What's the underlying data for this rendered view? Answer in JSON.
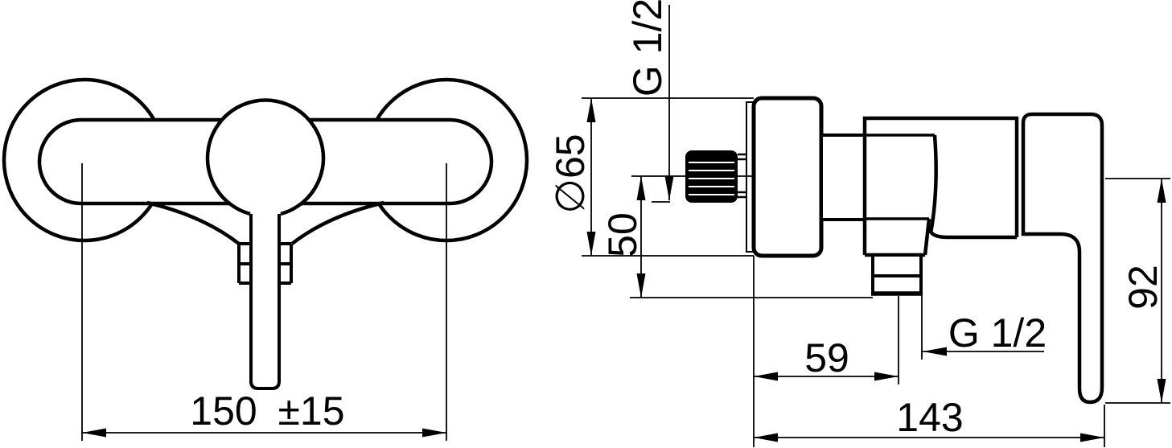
{
  "page": {
    "background": "#ffffff",
    "line_color": "#000000"
  },
  "front_view": {
    "dim_center_distance": {
      "value": "150",
      "tolerance": "±15"
    }
  },
  "side_view": {
    "dim_inlet_thread": "G 1/2",
    "dim_escutcheon_diameter": "∅65",
    "dim_inlet_drop": "50",
    "dim_wall_to_outlet": "59",
    "dim_outlet_thread": "G 1/2",
    "dim_handle_height": "92",
    "dim_total_depth": "143"
  }
}
